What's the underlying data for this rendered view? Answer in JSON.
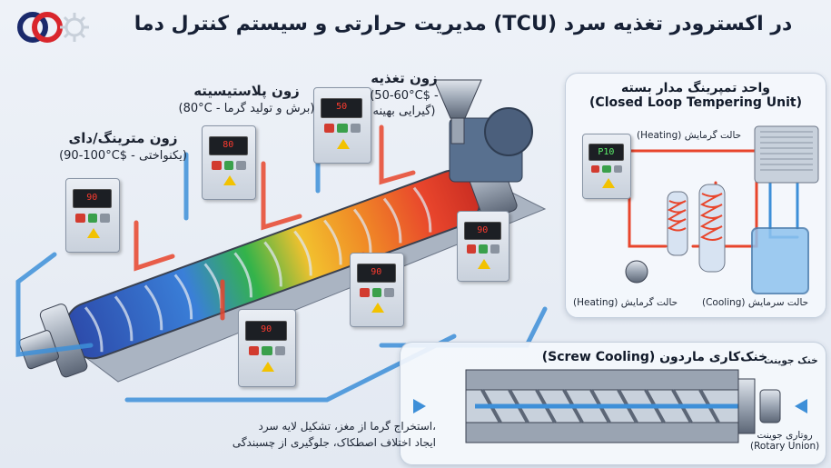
{
  "title": "مدیریت حرارتی و سیستم کنترل دما (TCU) در اکسترودر تغذیه سرد",
  "zones": {
    "metering": {
      "name": "زون مترینگ/دای",
      "detail": "(90-100°C$ - یکنواختی)"
    },
    "plasticizing": {
      "name": "زون پلاستیسیته",
      "detail": "(80°C - برش و تولید گرما)"
    },
    "feed": {
      "name": "زون تغذیه",
      "detail": "(50-60°C$ -",
      "detail2": "گیرایی بهینه)"
    }
  },
  "controllers": {
    "metering_value": "90",
    "plasticizing_value": "80",
    "feed_value": "50",
    "lower_right_value": "90",
    "lower_mid_value": "90",
    "lower_left_value": "90",
    "closed_loop_value": "P10"
  },
  "closed_loop": {
    "title_fa": "واحد تمپرینگ مدار بسته",
    "title_en": "(Closed Loop Tempering Unit)",
    "heating_top": "(Heating) حالت گرمایش",
    "heating_bottom": "(Heating) حالت گرمایش",
    "cooling_bottom": "(Cooling) حالت سرمایش"
  },
  "screw_cooling": {
    "title": "(Screw Cooling) خنک‌کاری ماردون",
    "cool_joint": "خنک جوینت",
    "rotary_fa": "روتاری جوینت",
    "rotary_en": "(Rotary Union)",
    "desc1": "استخراج گرما از مغز، تشکیل لایه سرد،",
    "desc2": "ایجاد اختلاف اصطکاک، جلوگیری از چسبندگی"
  },
  "colors": {
    "hot": "#e8452c",
    "cold": "#3d8fd8",
    "accent": "#1a63b8"
  }
}
